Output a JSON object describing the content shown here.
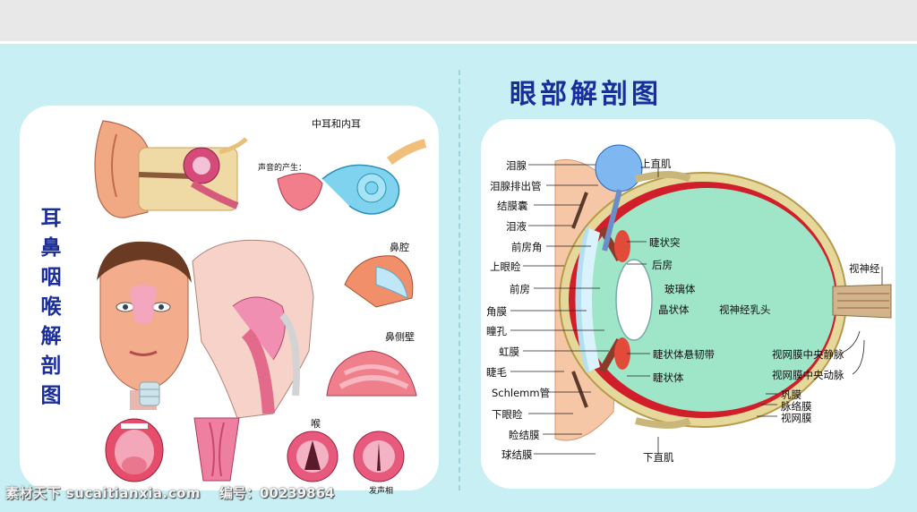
{
  "left_panel": {
    "vertical_title": [
      "耳",
      "鼻",
      "咽",
      "喉",
      "解",
      "剖",
      "图"
    ],
    "middle_ear_title": "中耳和内耳",
    "nasal_cavity_title": "鼻腔",
    "nasal_wall_title": "鼻侧壁",
    "larynx_title": "喉",
    "voice_production_label": "声音的产生：",
    "phonation_label": "发声相"
  },
  "eye": {
    "title": "眼部解剖图",
    "labels_left": [
      "泪腺",
      "泪腺排出管",
      "结膜囊",
      "泪液",
      "前房角",
      "上眼睑",
      "前房",
      "角膜",
      "瞳孔",
      "虹膜",
      "睫毛",
      "Schlemm管",
      "下眼睑",
      "睑结膜",
      "球结膜"
    ],
    "labels_inner": [
      "睫状突",
      "后房",
      "玻璃体",
      "晶状体",
      "视神经乳头",
      "睫状体悬韧带",
      "睫状体"
    ],
    "superior_rectus": "上直肌",
    "inferior_rectus": "下直肌",
    "optic_nerve": "视神经",
    "central_vein": "视网膜中央静脉",
    "central_artery": "视网膜中央动脉",
    "layers": [
      "巩膜",
      "脉络膜",
      "视网膜"
    ]
  },
  "watermark": {
    "site": "素材天下 sucaitianxia.com",
    "id_text": "编号：00239864"
  },
  "colors": {
    "background": "#c7eff4",
    "title_blue": "#1a2d9a",
    "vitreous": "#9fe6c9",
    "sclera": "#e6d79a",
    "retina_red": "#d01f2a",
    "skin": "#f2b08a"
  }
}
